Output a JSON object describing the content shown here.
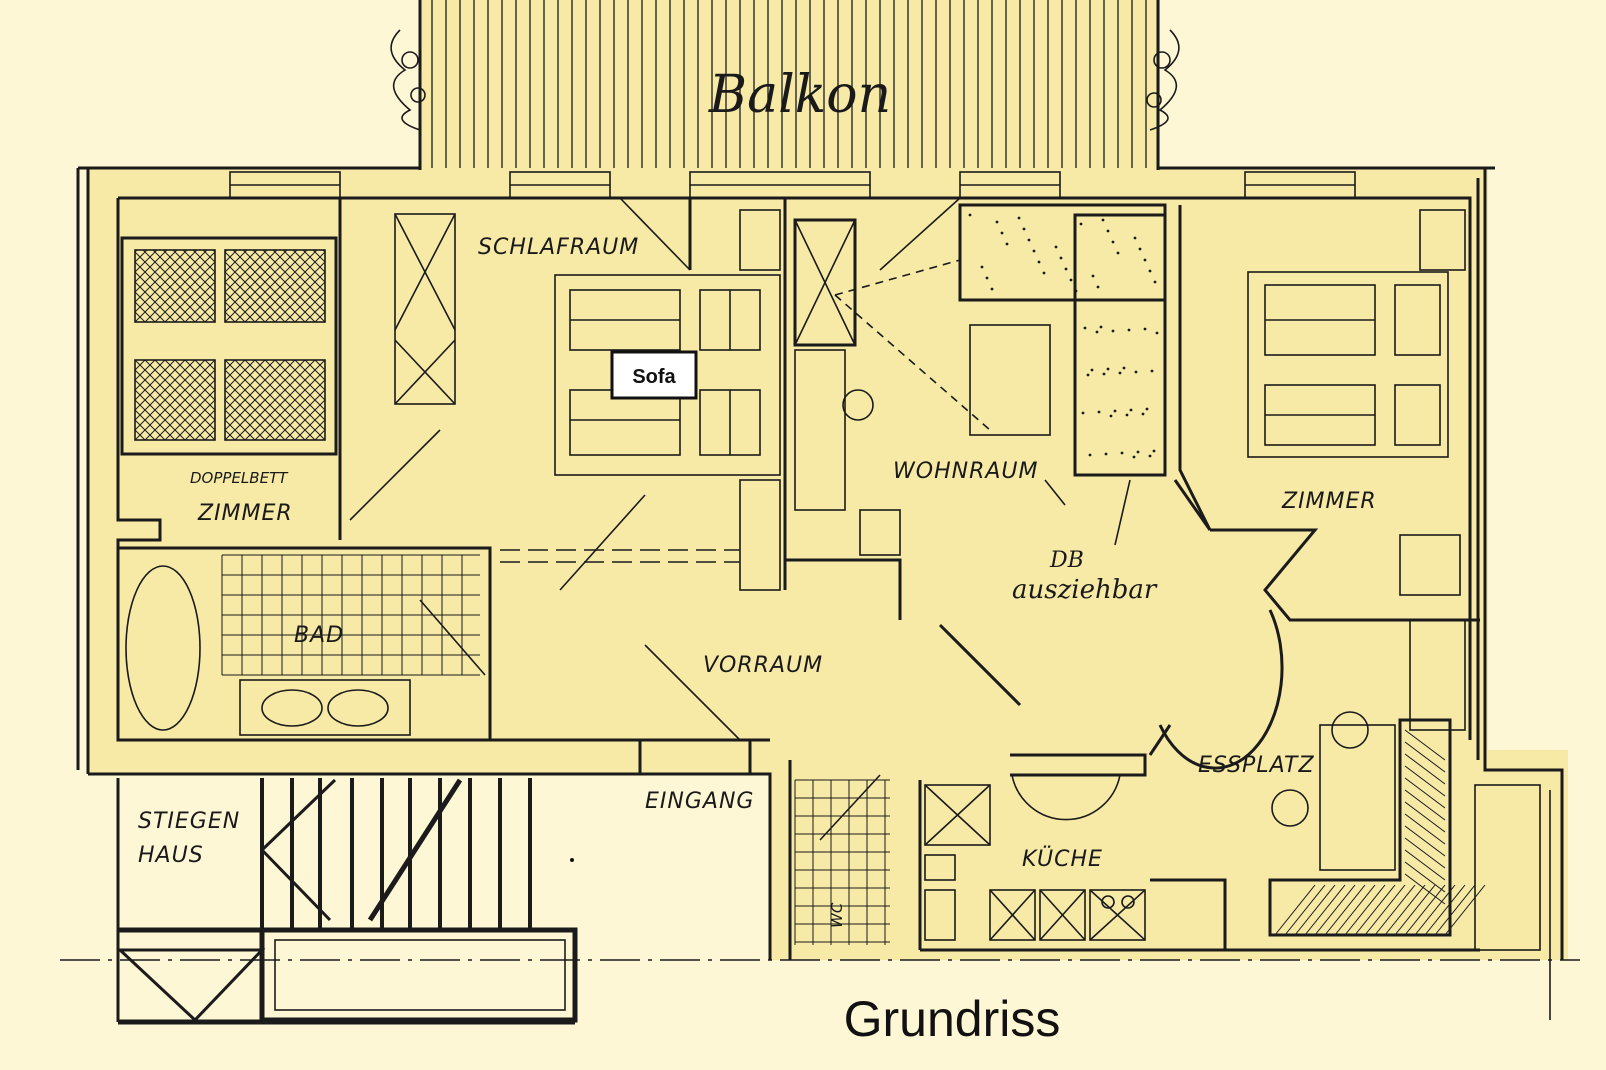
{
  "title": "Grundriss",
  "balcony": "Balkon",
  "rooms": {
    "schlafraum": "SCHLAFRAUM",
    "doppelbett": "DOPPELBETT",
    "zimmer_left": "ZIMMER",
    "bad": "BAD",
    "vorraum": "VORRAUM",
    "wohnraum": "WOHNRAUM",
    "zimmer_right": "ZIMMER",
    "essplatz": "ESSPLATZ",
    "kueche": "KÜCHE",
    "stiegenhaus_line1": "STIEGEN",
    "stiegenhaus_line2": "HAUS",
    "eingang": "EINGANG",
    "wc": "WC"
  },
  "annotations": {
    "db_line1": "DB",
    "db_line2": "ausziehbar",
    "sofa": "Sofa"
  },
  "colors": {
    "background": "#fdf7d6",
    "floor": "#f7e9a6",
    "ink": "#1b1b1b"
  }
}
